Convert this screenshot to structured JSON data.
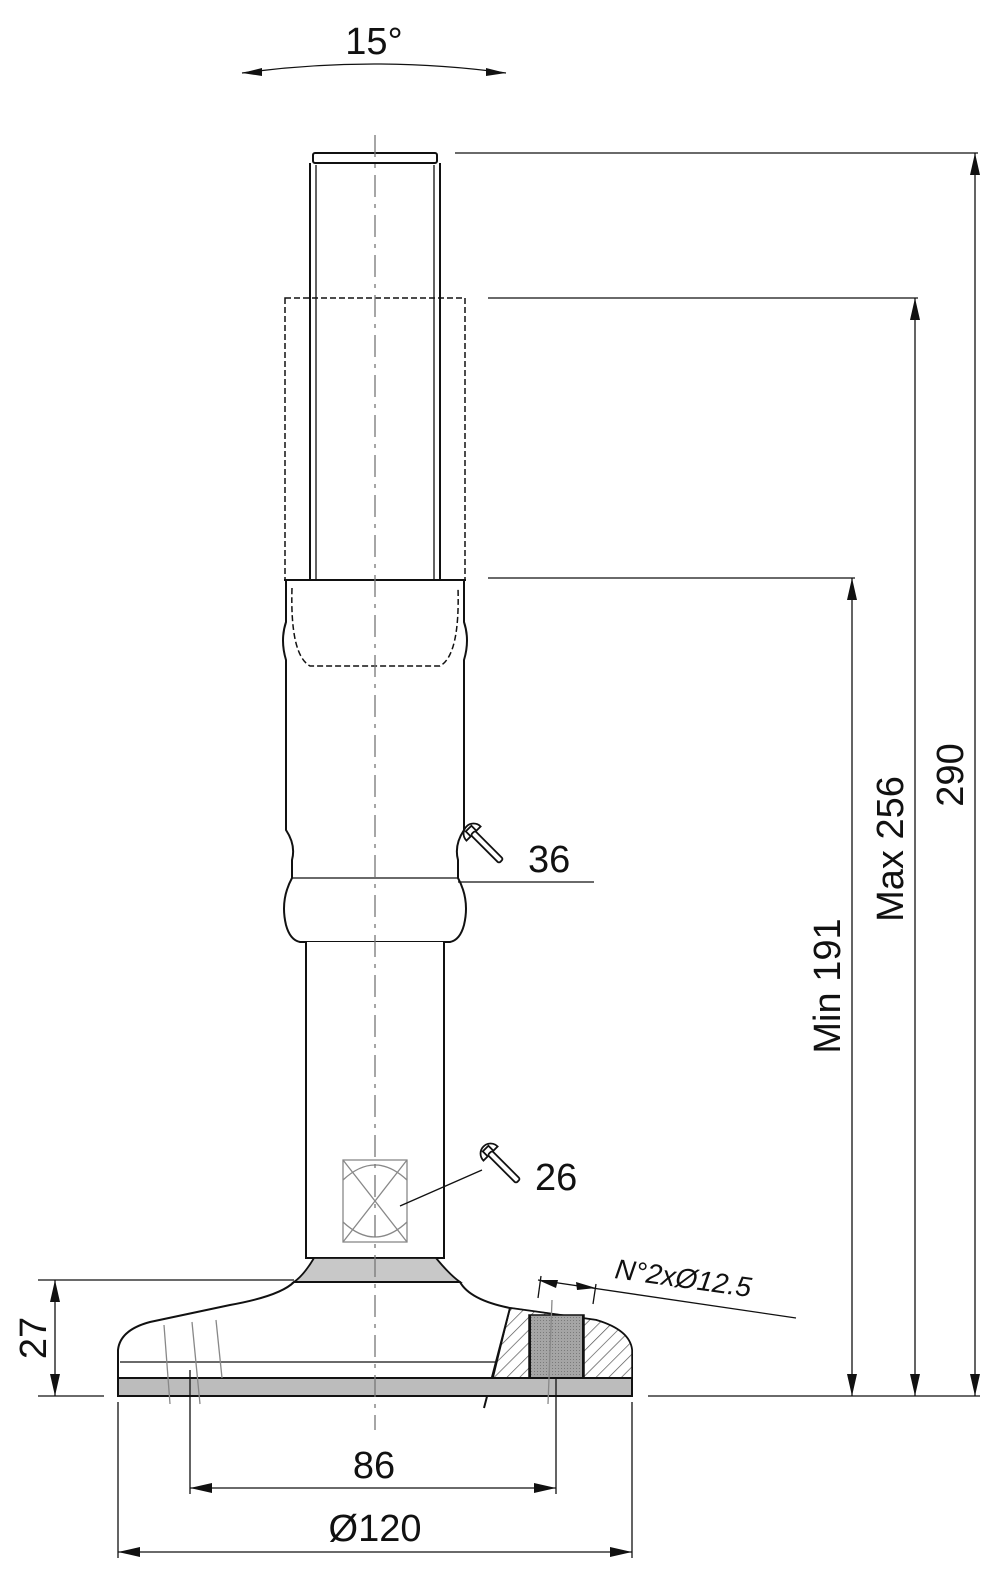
{
  "drawing": {
    "tilt_angle": "15°",
    "total_height": "290",
    "max_height": "Max 256",
    "min_height": "Min 191",
    "wrench_upper": "36",
    "wrench_lower": "26",
    "holes_note": "N°2xØ12.5",
    "base_height": "27",
    "hole_spacing": "86",
    "base_diameter": "Ø120"
  },
  "icons": {
    "upper_tool": "wrench-icon",
    "lower_tool": "wrench-icon"
  },
  "colors": {
    "line": "#111111",
    "rubber_pad": "#bcbcbc",
    "section_hatch": "#555555",
    "hole_fill": "#9a9a9a"
  }
}
